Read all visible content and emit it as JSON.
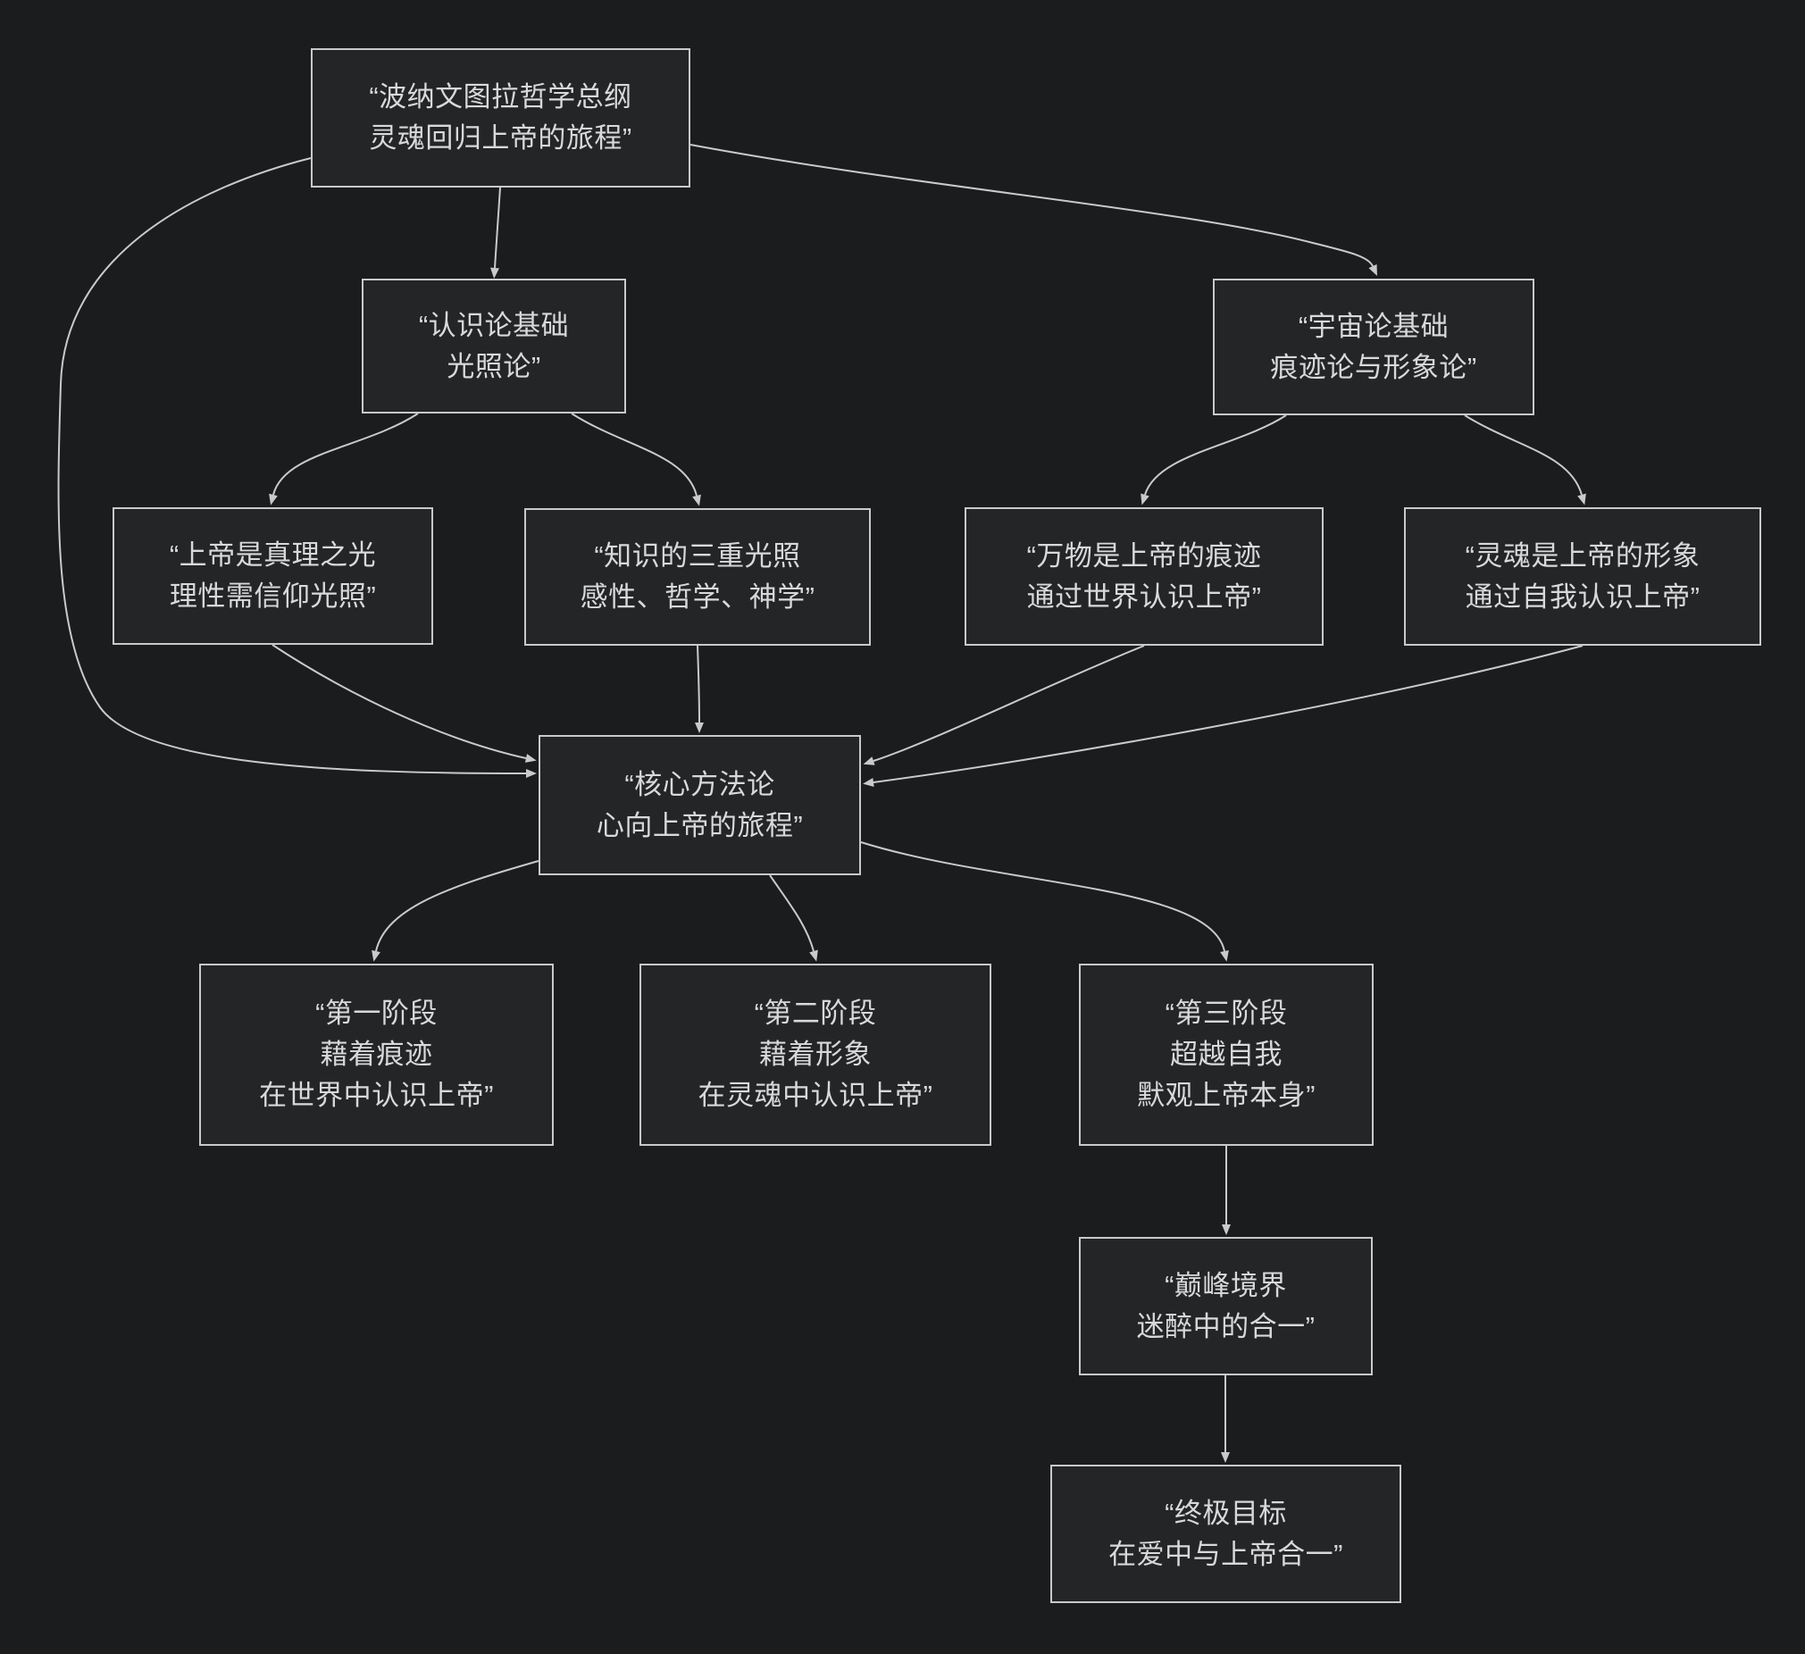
{
  "diagram": {
    "type": "flowchart",
    "direction": "top-down",
    "nodes": {
      "overview": {
        "lines": [
          "“波纳文图拉哲学总纲",
          "灵魂回归上帝的旅程”"
        ]
      },
      "epistemology": {
        "lines": [
          "“认识论基础",
          "光照论”"
        ]
      },
      "cosmology": {
        "lines": [
          "“宇宙论基础",
          "痕迹论与形象论”"
        ]
      },
      "god_light": {
        "lines": [
          "“上帝是真理之光",
          "理性需信仰光照”"
        ]
      },
      "triple_illumination": {
        "lines": [
          "“知识的三重光照",
          "感性、哲学、神学”"
        ]
      },
      "vestiges": {
        "lines": [
          "“万物是上帝的痕迹",
          "通过世界认识上帝”"
        ]
      },
      "image_of_god": {
        "lines": [
          "“灵魂是上帝的形象",
          "通过自我认识上帝”"
        ]
      },
      "methodology": {
        "lines": [
          "“核心方法论",
          "心向上帝的旅程”"
        ]
      },
      "stage1": {
        "lines": [
          "“第一阶段",
          "藉着痕迹",
          "在世界中认识上帝”"
        ]
      },
      "stage2": {
        "lines": [
          "“第二阶段",
          "藉着形象",
          "在灵魂中认识上帝”"
        ]
      },
      "stage3": {
        "lines": [
          "“第三阶段",
          "超越自我",
          "默观上帝本身”"
        ]
      },
      "peak": {
        "lines": [
          "“巅峰境界",
          "迷醉中的合一”"
        ]
      },
      "goal": {
        "lines": [
          "“终极目标",
          "在爱中与上帝合一”"
        ]
      }
    },
    "edges": [
      {
        "from": "overview",
        "to": "epistemology"
      },
      {
        "from": "overview",
        "to": "cosmology"
      },
      {
        "from": "overview",
        "to": "methodology"
      },
      {
        "from": "epistemology",
        "to": "god_light"
      },
      {
        "from": "epistemology",
        "to": "triple_illumination"
      },
      {
        "from": "cosmology",
        "to": "vestiges"
      },
      {
        "from": "cosmology",
        "to": "image_of_god"
      },
      {
        "from": "god_light",
        "to": "methodology"
      },
      {
        "from": "triple_illumination",
        "to": "methodology"
      },
      {
        "from": "vestiges",
        "to": "methodology"
      },
      {
        "from": "image_of_god",
        "to": "methodology"
      },
      {
        "from": "methodology",
        "to": "stage1"
      },
      {
        "from": "methodology",
        "to": "stage2"
      },
      {
        "from": "methodology",
        "to": "stage3"
      },
      {
        "from": "stage3",
        "to": "peak"
      },
      {
        "from": "peak",
        "to": "goal"
      }
    ]
  },
  "style": {
    "background": "#1b1c1d",
    "node_fill": "#242526",
    "node_border": "#c8c9ca",
    "text_color": "#d8d9da",
    "edge_color": "#c9cacb"
  }
}
